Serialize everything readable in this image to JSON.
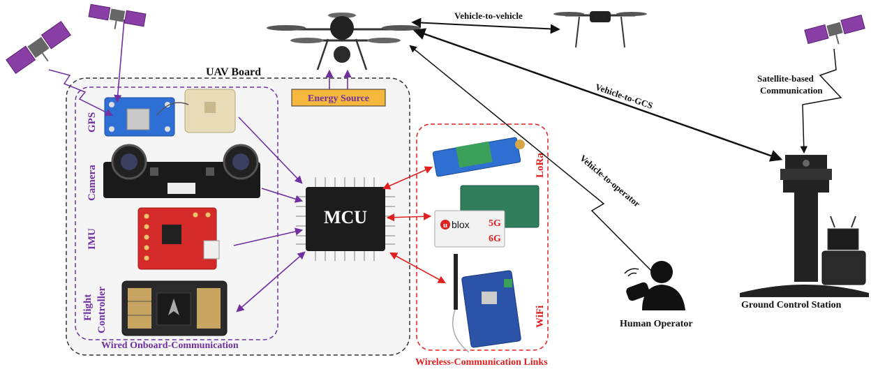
{
  "labels": {
    "uav_board": "UAV Board",
    "energy_source": "Energy Source",
    "gps": "GPS",
    "camera": "Camera",
    "imu": "IMU",
    "flight": "Flight",
    "controller": "Controller",
    "wired": "Wired Onboard-Communication",
    "mcu": "MCU",
    "lora": "LoRa",
    "ublox": "blox",
    "ublox_u": "u",
    "g5": "5G",
    "g6": "6G",
    "wifi": "WiFi",
    "wireless": "Wireless-Communication Links",
    "v2v": "Vehicle-to-vehicle",
    "v2gcs": "Vehicle-to-GCS",
    "v2op": "Vehicle-to-operator",
    "sat1": "Satellite-based",
    "sat2": "Communication",
    "operator": "Human Operator",
    "gcs": "Ground Control Station"
  },
  "colors": {
    "purple": "#7030a0",
    "red": "#e02020",
    "dark": "#222222",
    "energy_fill": "#f5b83d",
    "board_fill": "#f5f5f5",
    "mcu_chip": "#1c1c1c"
  }
}
